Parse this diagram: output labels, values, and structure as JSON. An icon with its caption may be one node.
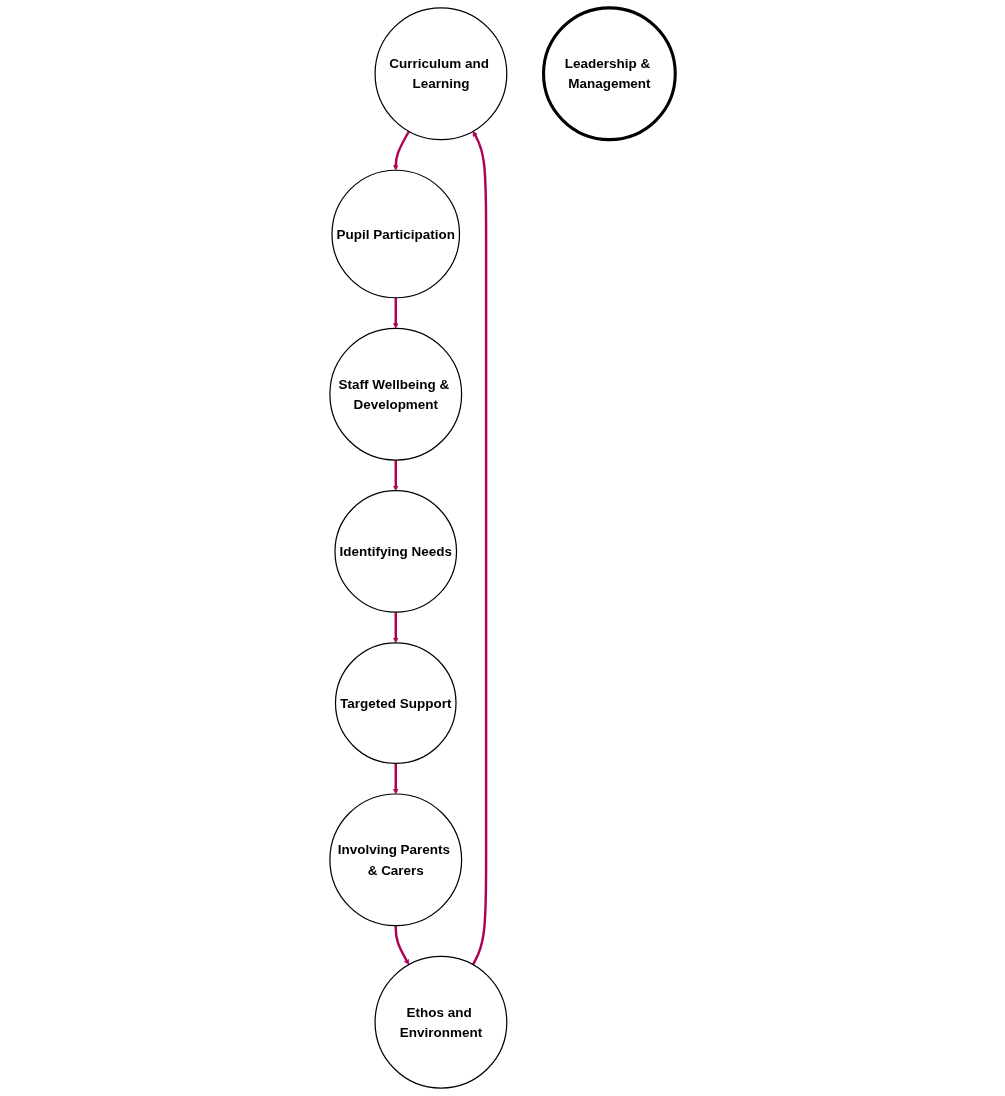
{
  "diagram": {
    "nodes": [
      {
        "text": [
          "Curriculum and Learning"
        ]
      },
      {
        "text": [
          "Ethos and Environment"
        ]
      },
      {
        "text": [
          "Pupil Participation"
        ]
      },
      {
        "text": [
          "Leadership & Management"
        ]
      },
      {
        "text": [
          "Staff Wellbeing & Development"
        ]
      },
      {
        "text": [
          "Involving Parents & Carers"
        ]
      },
      {
        "text": [
          "Targeted Support"
        ]
      },
      {
        "text": [
          "Identifying Needs"
        ]
      }
    ],
    "edges": [
      {
        "from": 0,
        "to": 2,
        "arrow": "to"
      },
      {
        "from": 2,
        "to": 4,
        "arrow": "to"
      },
      {
        "from": 4,
        "to": 7,
        "arrow": "to"
      },
      {
        "from": 7,
        "to": 6,
        "arrow": "to"
      },
      {
        "from": 6,
        "to": 5,
        "arrow": "to"
      },
      {
        "from": 5,
        "to": 1,
        "arrow": "to"
      },
      {
        "from": 1,
        "to": 0,
        "arrow": "to"
      }
    ]
  }
}
